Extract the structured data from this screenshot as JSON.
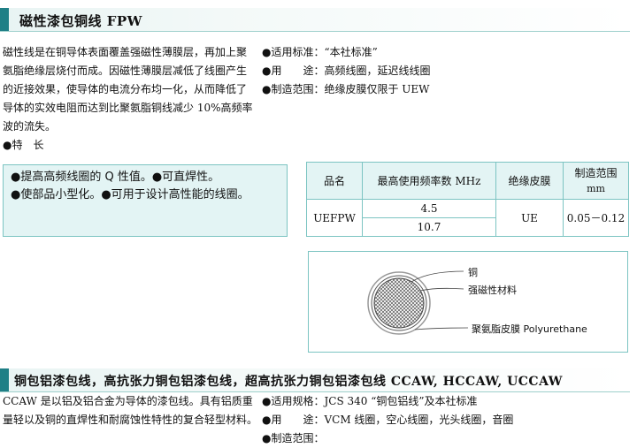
{
  "fpw": {
    "title": "磁性漆包铜线 FPW",
    "desc": [
      "磁性线是在铜导体表面覆盖强磁性薄膜层，再加上聚",
      "氨脂绝缘层烧付而成。因磁性薄膜层减低了线圈产生",
      "的近接效果，使导体的电流分布均一化，从而降低了",
      "导体的实效电阻而达到比聚氨脂铜线减少 10%高频率",
      "波的流失。"
    ],
    "features_heading": "●特　长",
    "info": [
      "●适用标准：“本社标准”",
      "●用　　途：高频线圈，延迟线线圈",
      "●制造范围：绝缘皮膜仅限于 UEW"
    ],
    "features": [
      "●提高高频线圈的 Q 性值。●可直焊性。",
      "●使部品小型化。●可用于设计高性能的线圈。"
    ],
    "table": {
      "headers": [
        "品名",
        "最高使用频率数 MHz",
        "绝缘皮膜",
        "制造范围",
        "mm"
      ],
      "product": "UEFPW",
      "freq": [
        "4.5",
        "10.7"
      ],
      "insulation": "UE",
      "range": "0.05－0.12"
    },
    "diagram": {
      "labels": [
        "铜",
        "强磁性材料",
        "聚氨脂皮膜  Polyurethane"
      ]
    }
  },
  "ccaw": {
    "title": "铜包铝漆包线，高抗张力铜包铝漆包线，超高抗张力铜包铝漆包线 CCAW, HCCAW, UCCAW",
    "desc": [
      "CCAW 是以铝及铝合金为导体的漆包线。具有铝质重",
      "量轻以及铜的直焊性和耐腐蚀性特性的复合轻型材料。"
    ],
    "info": [
      "●适用规格：JCS 340 “铜包铝线”及本社标准",
      "●用　　途：VCM 线圈，空心线圈，光头线圈，音圈",
      "●制造范围："
    ]
  },
  "colors": {
    "accent": "#1f7f86",
    "panel": "#e3f4f4",
    "border": "#7cc4c2"
  }
}
